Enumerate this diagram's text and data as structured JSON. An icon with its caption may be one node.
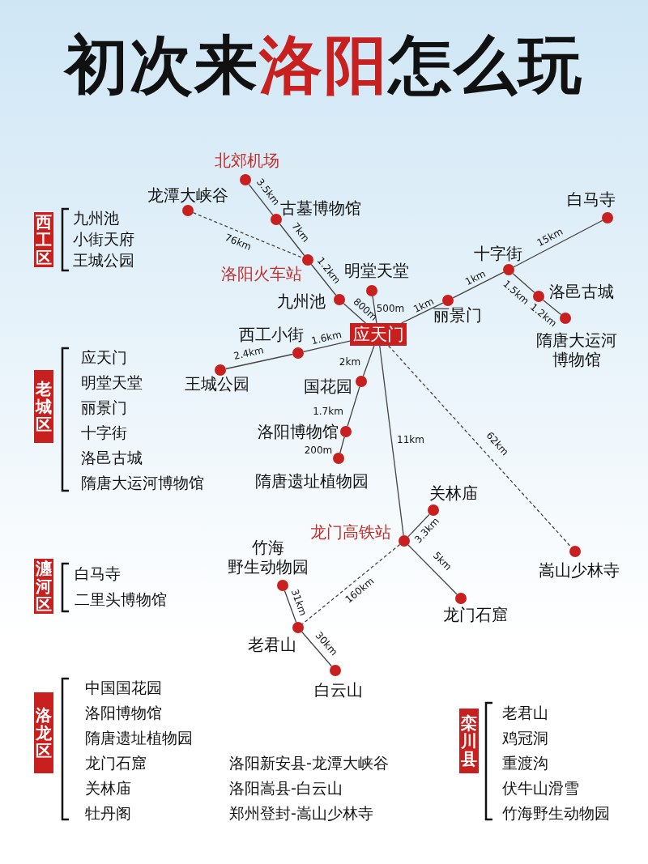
{
  "diagram": {
    "title": "初次来洛阳怎么玩",
    "nodes": [
      {
        "text": [],
        "shape": "circle",
        "beside": [
          "北郊机场"
        ]
      },
      {
        "text": [],
        "shape": "circle",
        "beside": [
          "龙潭大峡谷"
        ]
      },
      {
        "text": [],
        "shape": "circle",
        "beside": [
          "古墓博物馆"
        ]
      },
      {
        "text": [],
        "shape": "circle",
        "beside": [
          "洛阳火车站"
        ]
      },
      {
        "text": [],
        "shape": "circle",
        "beside": [
          "九州池"
        ]
      },
      {
        "text": [],
        "shape": "circle",
        "beside": [
          "明堂天堂"
        ]
      },
      {
        "text": [
          "应天门"
        ]
      },
      {
        "text": [],
        "shape": "circle",
        "beside": [
          "丽景门"
        ]
      },
      {
        "text": [],
        "shape": "circle",
        "beside": [
          "十字街"
        ]
      },
      {
        "text": [],
        "shape": "circle",
        "beside": [
          "白马寺"
        ]
      },
      {
        "text": [],
        "shape": "circle",
        "beside": [
          "洛邑古城"
        ]
      },
      {
        "text": [],
        "shape": "circle",
        "beside": [
          "隋唐大运河博物馆"
        ]
      },
      {
        "text": [],
        "shape": "circle",
        "beside": [
          "西工小街"
        ]
      },
      {
        "text": [],
        "shape": "circle",
        "beside": [
          "王城公园"
        ]
      },
      {
        "text": [],
        "shape": "circle",
        "beside": [
          "国花园"
        ]
      },
      {
        "text": [],
        "shape": "circle",
        "beside": [
          "洛阳博物馆"
        ]
      },
      {
        "text": [],
        "shape": "circle",
        "beside": [
          "隋唐遗址植物园"
        ]
      },
      {
        "text": [],
        "shape": "circle",
        "beside": [
          "龙门高铁站"
        ]
      },
      {
        "text": [],
        "shape": "circle",
        "beside": [
          "关林庙"
        ]
      },
      {
        "text": [],
        "shape": "circle",
        "beside": [
          "龙门石窟"
        ]
      },
      {
        "text": [],
        "shape": "circle",
        "beside": [
          "嵩山少林寺"
        ]
      },
      {
        "text": [],
        "shape": "circle",
        "beside": [
          "竹海野生动物园"
        ]
      },
      {
        "text": [],
        "shape": "circle",
        "beside": [
          "老君山"
        ]
      },
      {
        "text": [],
        "shape": "circle",
        "beside": [
          "白云山"
        ]
      },
      {
        "text": [
          "西工区"
        ]
      },
      {
        "text": [
          "老城区"
        ]
      },
      {
        "text": [
          "瀍河区"
        ]
      },
      {
        "text": [
          "洛龙区"
        ]
      },
      {
        "text": [
          "栾川县"
        ]
      }
    ],
    "edges": [
      {
        "from": 0,
        "to": 2,
        "arrow": "none",
        "label": "3.5km"
      },
      {
        "from": 2,
        "to": 3,
        "arrow": "none",
        "label": "7km"
      },
      {
        "from": 1,
        "to": 3,
        "arrow": "none",
        "label": "76km",
        "style": "dashed"
      },
      {
        "from": 3,
        "to": 4,
        "arrow": "none",
        "label": "1.2km"
      },
      {
        "from": 4,
        "to": 6,
        "arrow": "none",
        "label": "800m"
      },
      {
        "from": 5,
        "to": 6,
        "arrow": "none",
        "label": "500m"
      },
      {
        "from": 6,
        "to": 7,
        "arrow": "none",
        "label": "1km"
      },
      {
        "from": 7,
        "to": 8,
        "arrow": "none",
        "label": "1km"
      },
      {
        "from": 8,
        "to": 9,
        "arrow": "none",
        "label": "15km"
      },
      {
        "from": 8,
        "to": 10,
        "arrow": "none",
        "label": "1.5km"
      },
      {
        "from": 10,
        "to": 11,
        "arrow": "none",
        "label": "1.2km"
      },
      {
        "from": 6,
        "to": 12,
        "arrow": "none",
        "label": "1.6km"
      },
      {
        "from": 12,
        "to": 13,
        "arrow": "none",
        "label": "2.4km"
      },
      {
        "from": 6,
        "to": 14,
        "arrow": "none",
        "label": "2km"
      },
      {
        "from": 14,
        "to": 15,
        "arrow": "none",
        "label": "1.7km"
      },
      {
        "from": 15,
        "to": 16,
        "arrow": "none",
        "label": "200m"
      },
      {
        "from": 6,
        "to": 17,
        "arrow": "none",
        "label": "11km"
      },
      {
        "from": 6,
        "to": 20,
        "arrow": "none",
        "label": "62km",
        "style": "dashed"
      },
      {
        "from": 17,
        "to": 18,
        "arrow": "none",
        "label": "3.3km"
      },
      {
        "from": 17,
        "to": 19,
        "arrow": "none",
        "label": "5km"
      },
      {
        "from": 17,
        "to": 22,
        "arrow": "none",
        "label": "160km",
        "style": "dashed"
      },
      {
        "from": 21,
        "to": 22,
        "arrow": "none",
        "label": "31km"
      },
      {
        "from": 22,
        "to": 23,
        "arrow": "none",
        "label": "30km"
      }
    ],
    "labels": [
      "九州池",
      "小街天府",
      "王城公园",
      "应天门",
      "明堂天堂",
      "丽景门",
      "十字街",
      "洛邑古城",
      "隋唐大运河博物馆",
      "白马寺",
      "二里头博物馆",
      "中国国花园",
      "洛阳博物馆",
      "隋唐遗址植物园",
      "龙门石窟",
      "关林庙",
      "牡丹阁",
      "洛阳新安县-龙潭大峡谷",
      "洛阳嵩县-白云山",
      "郑州登封-嵩山少林寺",
      "老君山",
      "鸡冠洞",
      "重渡沟",
      "伏牛山滑雪",
      "竹海野生动物园"
    ]
  }
}
